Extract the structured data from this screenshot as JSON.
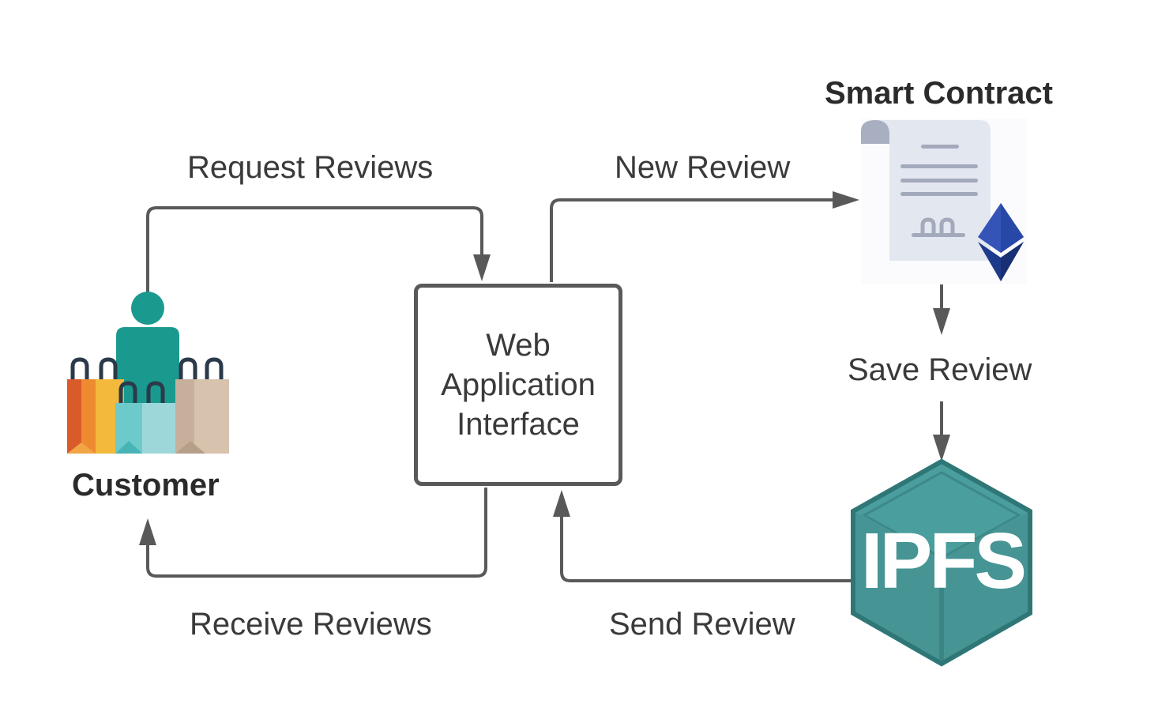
{
  "nodes": {
    "customer": {
      "label": "Customer"
    },
    "web_app": {
      "lines": [
        "Web",
        "Application",
        "Interface"
      ]
    },
    "smart_contract": {
      "label": "Smart Contract"
    },
    "ipfs": {
      "label": "IPFS"
    }
  },
  "edges": {
    "request_reviews": "Request Reviews",
    "receive_reviews": "Receive Reviews",
    "new_review": "New Review",
    "save_review": "Save Review",
    "send_review": "Send Review"
  },
  "colors": {
    "arrow": "#595959",
    "text": "#3a3a3a",
    "ipfs_teal": "#469594",
    "ipfs_dark": "#2e7a79",
    "person_teal": "#1a9a8e",
    "ethereum_blue": "#2748a6",
    "document_bg": "#e8ebf3",
    "document_lines": "#a3aabb"
  },
  "icons": {
    "customer": "shopper-with-bags-icon",
    "smart_contract": "contract-scroll-icon",
    "ethereum": "ethereum-diamond-icon",
    "ipfs": "ipfs-cube-logo"
  }
}
